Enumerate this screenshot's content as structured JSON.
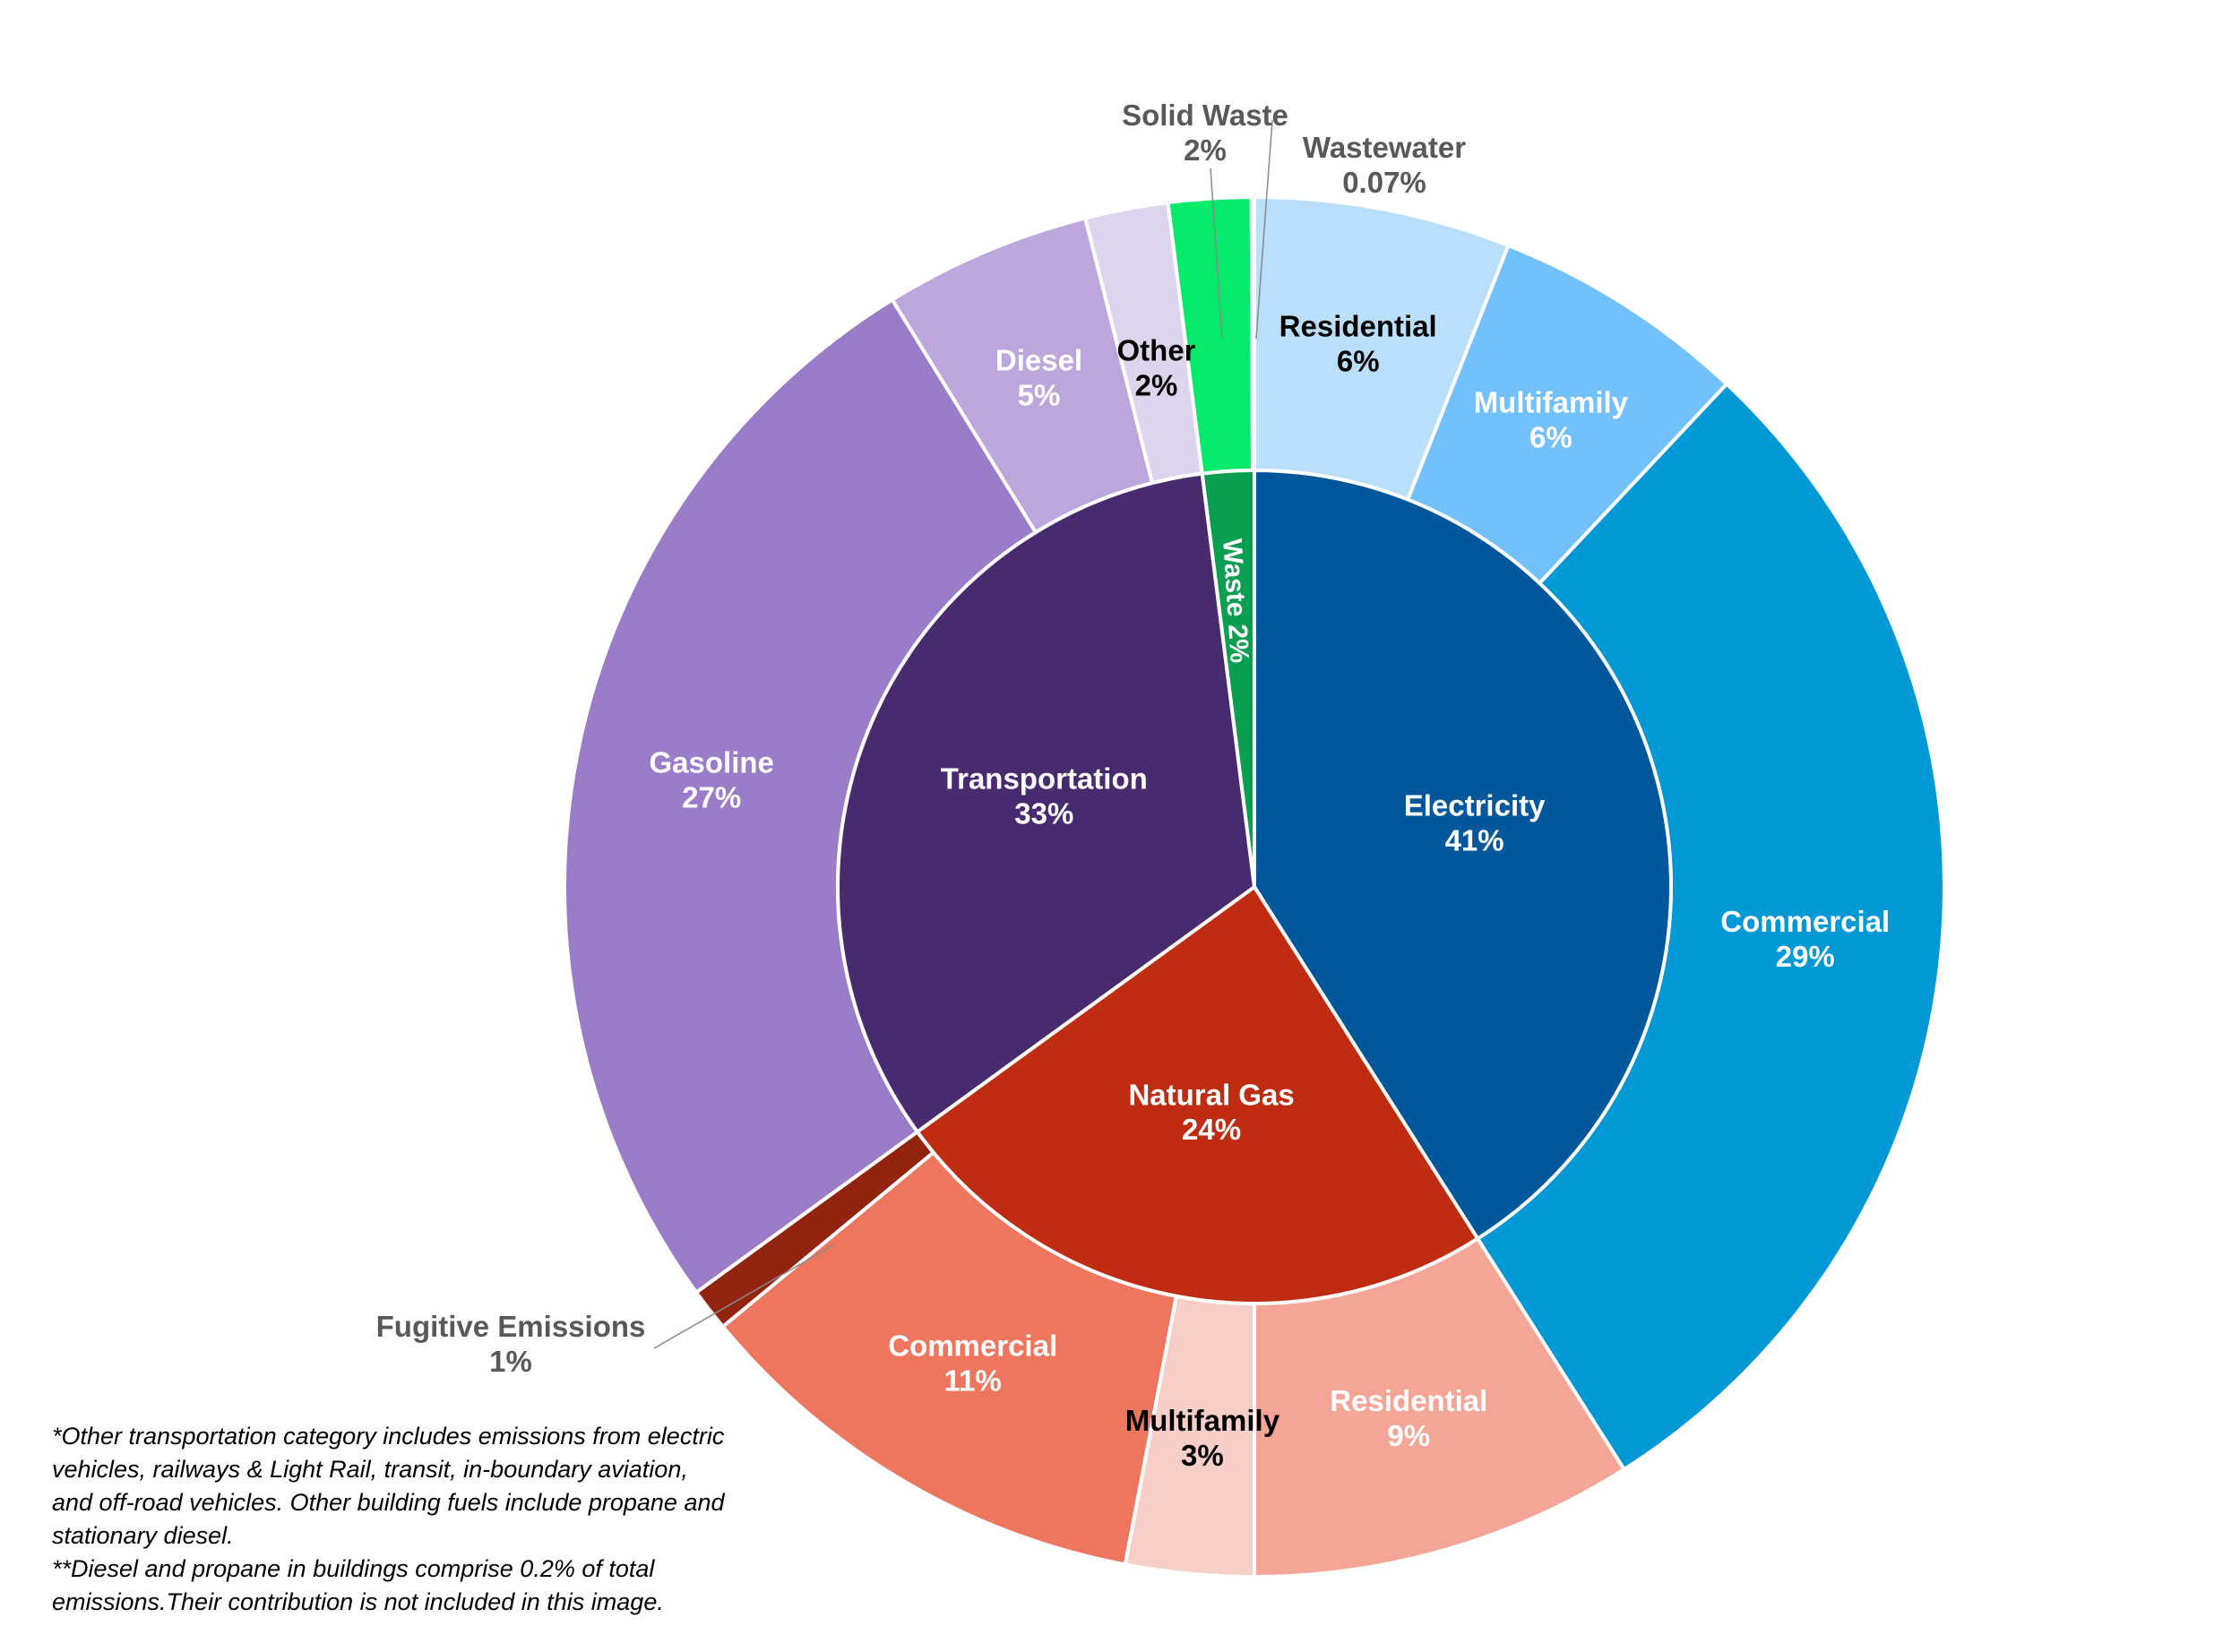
{
  "chart_data": {
    "type": "pie",
    "variant": "sunburst",
    "title": "",
    "inner": [
      {
        "label": "Electricity",
        "value": 41,
        "pct": "41%",
        "color": "#01579b"
      },
      {
        "label": "Natural Gas",
        "value": 24,
        "pct": "24%",
        "color": "#bf2c12"
      },
      {
        "label": "Transportation",
        "value": 33,
        "pct": "33%",
        "color": "#482b6e"
      },
      {
        "label": "Waste",
        "value": 2,
        "pct": "2%",
        "color": "#0a9e50"
      }
    ],
    "outer": [
      {
        "label": "Residential",
        "parent": "Electricity",
        "value": 6,
        "pct": "6%",
        "color": "#b9dffd",
        "text_color": "#000000"
      },
      {
        "label": "Multifamily",
        "parent": "Electricity",
        "value": 6,
        "pct": "6%",
        "color": "#72c0fc",
        "text_color": "#ffffff"
      },
      {
        "label": "Commercial",
        "parent": "Electricity",
        "value": 29,
        "pct": "29%",
        "color": "#0198d6",
        "text_color": "#ffffff"
      },
      {
        "label": "Residential",
        "parent": "Natural Gas",
        "value": 9,
        "pct": "9%",
        "color": "#f4a595",
        "text_color": "#ffffff"
      },
      {
        "label": "Multifamily",
        "parent": "Natural Gas",
        "value": 3,
        "pct": "3%",
        "color": "#f7cfc8",
        "text_color": "#000000"
      },
      {
        "label": "Commercial",
        "parent": "Natural Gas",
        "value": 11,
        "pct": "11%",
        "color": "#ef765e",
        "text_color": "#ffffff"
      },
      {
        "label": "Fugitive Emissions",
        "parent": "Natural Gas",
        "value": 1,
        "pct": "1%",
        "color": "#92230f",
        "text_color": "#595959"
      },
      {
        "label": "Gasoline",
        "parent": "Transportation",
        "value": 27,
        "pct": "27%",
        "color": "#9b7cc8",
        "text_color": "#ffffff"
      },
      {
        "label": "Diesel",
        "parent": "Transportation",
        "value": 5,
        "pct": "5%",
        "color": "#bca6dc",
        "text_color": "#ffffff"
      },
      {
        "label": "Other",
        "parent": "Transportation",
        "value": 2,
        "pct": "2%",
        "color": "#ddd4ed",
        "text_color": "#000000"
      },
      {
        "label": "Solid Waste",
        "parent": "Waste",
        "value": 2,
        "pct": "2%",
        "color": "#04ea6a",
        "text_color": "#595959"
      },
      {
        "label": "Wastewater",
        "parent": "Waste",
        "value": 0.07,
        "pct": "0.07%",
        "color": "#00b050",
        "text_color": "#595959"
      }
    ]
  },
  "footnote": {
    "line1": "*Other transportation category includes emissions from electric vehicles, railways & Light Rail, transit, in-boundary aviation, and off-road vehicles. Other building fuels include propane and stationary diesel.",
    "line2": "**Diesel and propane in buildings comprise 0.2% of total emissions.Their contribution is not included in this image."
  }
}
